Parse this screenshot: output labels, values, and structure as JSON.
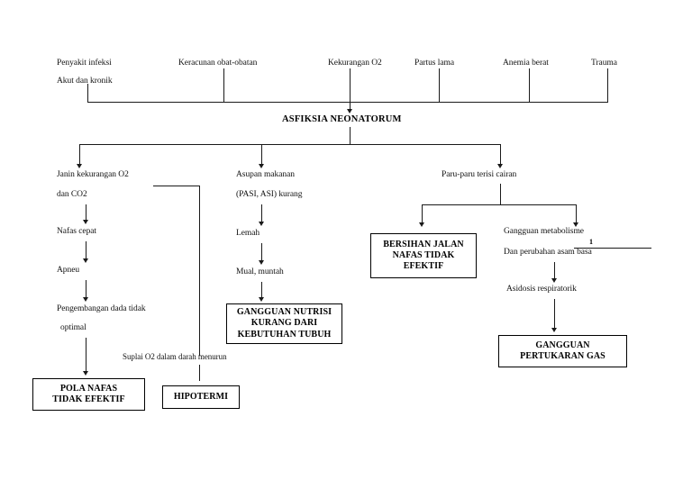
{
  "diagram": {
    "title": "ASFIKSIA NEONATORUM",
    "causes": [
      {
        "line1": "Penyakit infeksi",
        "line2": "Akut dan kronik"
      },
      {
        "line1": "Keracunan obat-obatan",
        "line2": ""
      },
      {
        "line1": "Kekurangan O2",
        "line2": ""
      },
      {
        "line1": "Partus lama",
        "line2": ""
      },
      {
        "line1": "Anemia berat",
        "line2": ""
      },
      {
        "line1": "Trauma",
        "line2": ""
      }
    ],
    "branch_left": {
      "step1_line1": "Janin kekurangan O2",
      "step1_line2": "dan CO2",
      "step2": "Nafas cepat",
      "step3": "Apneu",
      "step4_line1": "Pengembangan dada tidak",
      "step4_line2": "optimal",
      "side_note": "Suplai O2 dalam darah menurun",
      "diagnosis_box": "POLA NAFAS\nTIDAK EFEKTIF",
      "diagnosis_box_line1": "POLA NAFAS",
      "diagnosis_box_line2": "TIDAK EFEKTIF",
      "side_box": "HIPOTERMI"
    },
    "branch_middle": {
      "step1_line1": "Asupan makanan",
      "step1_line2": "(PASI, ASI) kurang",
      "step2": "Lemah",
      "step3": "Mual, muntah",
      "diagnosis_box_line1": "GANGGUAN NUTRISI",
      "diagnosis_box_line2": "KURANG DARI",
      "diagnosis_box_line3": "KEBUTUHAN TUBUH"
    },
    "branch_right": {
      "step1": "Paru-paru terisi cairan",
      "diagnosis_box_a_line1": "BERSIHAN JALAN",
      "diagnosis_box_a_line2": "NAFAS TIDAK",
      "diagnosis_box_a_line3": "EFEKTIF",
      "step2_line1": "Gangguan metabolisme",
      "step2_line2": "Dan perubahan asam basa",
      "step3": "Asidosis respiratorik",
      "diagnosis_box_b_line1": "GANGGUAN",
      "diagnosis_box_b_line2": "PERTUKARAN GAS"
    },
    "page_marker": "1",
    "colors": {
      "line": "#1a1a1a",
      "text": "#000000",
      "background": "#ffffff"
    }
  }
}
